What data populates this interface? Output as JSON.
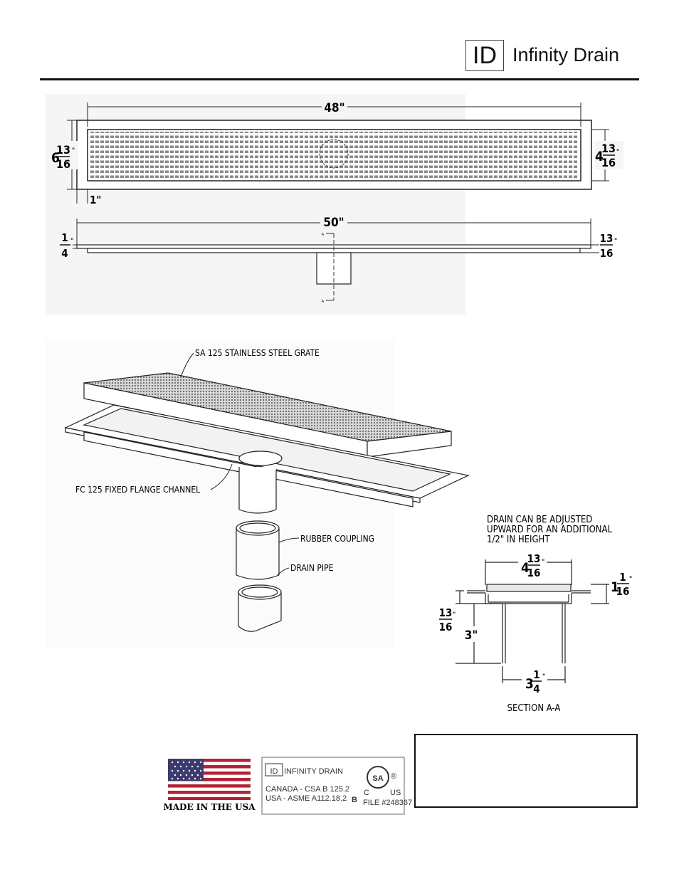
{
  "brand": {
    "mark": "ID",
    "name": "Infinity Drain"
  },
  "top_view": {
    "length": "48\"",
    "left_height_whole": "6",
    "left_height_num": "13",
    "left_height_den": "16",
    "right_height_whole": "4",
    "right_height_num": "13",
    "right_height_den": "16",
    "flange": "1\""
  },
  "side_view": {
    "length": "50\"",
    "left_num": "1",
    "left_den": "4",
    "right_num": "13",
    "right_den": "16",
    "section_marker_top": "A",
    "section_marker_bottom": "A"
  },
  "exploded_view": {
    "grate_label": "SA 125 STAINLESS STEEL GRATE",
    "channel_label": "FC 125 FIXED FLANGE CHANNEL",
    "coupling_label": "RUBBER COUPLING",
    "pipe_label": "DRAIN PIPE"
  },
  "section": {
    "note_line1": "DRAIN CAN BE ADJUSTED",
    "note_line2": "UPWARD FOR AN ADDITIONAL",
    "note_line3": "1/2\" IN HEIGHT",
    "top_whole": "4",
    "top_num": "13",
    "top_den": "16",
    "right_whole": "1",
    "right_num": "1",
    "right_den": "16",
    "left_num": "13",
    "left_den": "16",
    "depth": "3\"",
    "pipe_whole": "3",
    "pipe_num": "1",
    "pipe_den": "4",
    "title": "SECTION A-A"
  },
  "badges": {
    "flag_caption": "MADE IN THE USA",
    "cert_brand_mark": "ID",
    "cert_brand_name": "INFINITY DRAIN",
    "cert_line1": "CANADA - CSA B 125.2",
    "cert_line2": "USA - ASME A112.18.2",
    "cert_letter": "B",
    "csa_mark": "SA",
    "csa_c": "C",
    "csa_us": "US",
    "csa_reg": "®",
    "csa_file": "FILE #248367"
  }
}
